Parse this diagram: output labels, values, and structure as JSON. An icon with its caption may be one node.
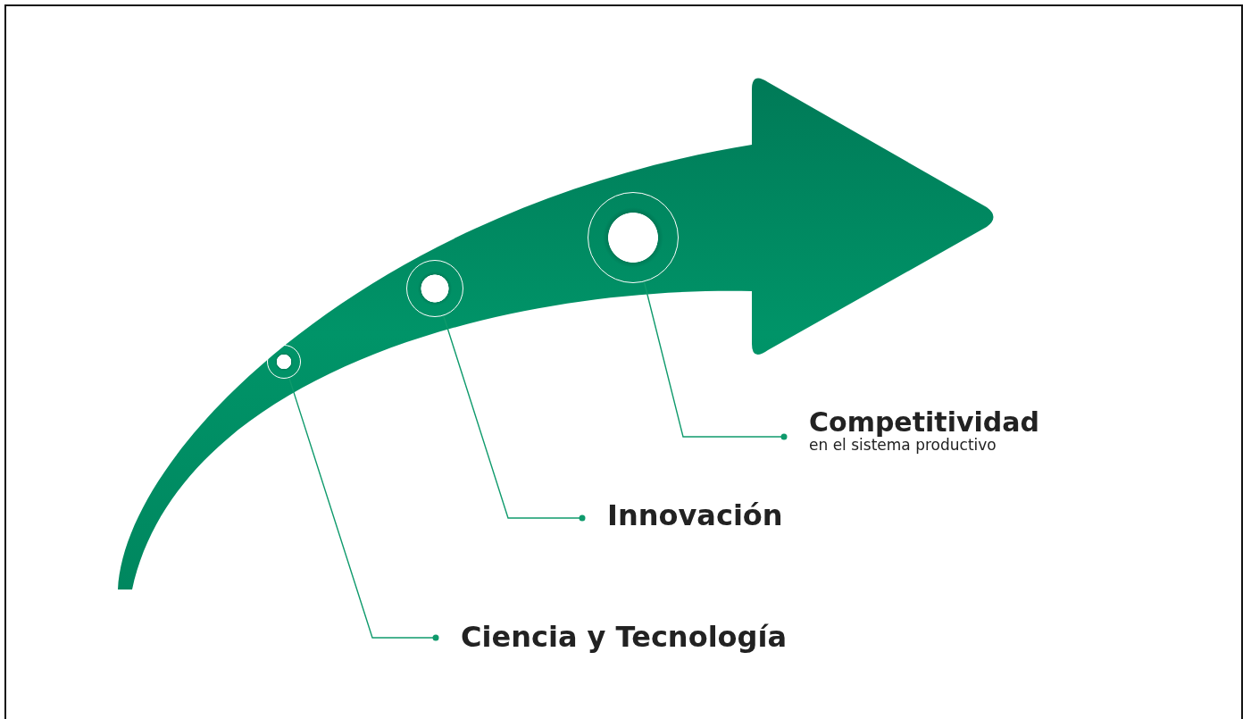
{
  "diagram": {
    "nodes": [
      {
        "text": [],
        "shape": "circle"
      },
      {
        "text": [],
        "shape": "circle"
      },
      {
        "text": [],
        "shape": "circle"
      },
      {
        "text": [
          "Competitividad",
          "en el sistema productivo"
        ]
      },
      {
        "text": [
          "Innovación"
        ]
      },
      {
        "text": [
          "Ciencia y Tecnología"
        ]
      }
    ],
    "edges": [
      {
        "from": 3,
        "to": 2,
        "arrow": "other"
      },
      {
        "from": 4,
        "to": 1,
        "arrow": "other"
      },
      {
        "from": 5,
        "to": 0,
        "arrow": "other"
      }
    ]
  }
}
